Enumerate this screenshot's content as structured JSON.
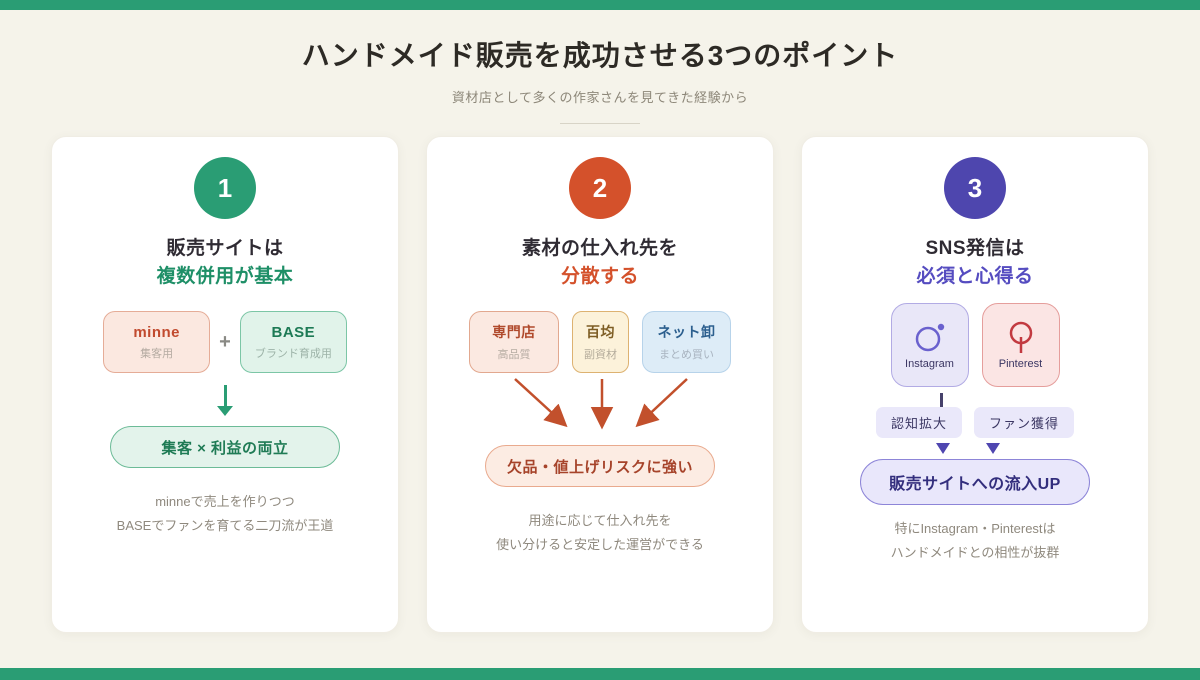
{
  "colors": {
    "brand_green": "#2a9d74",
    "accent_orange": "#d4512b",
    "accent_purple": "#4e46ae",
    "background_cream": "#f5f3ea",
    "instagram_purple": "#6a61ce",
    "pinterest_red": "#c23a40",
    "arrow_orange": "#c2502c"
  },
  "header": {
    "title": "ハンドメイド販売を成功させる3つのポイント",
    "subtitle": "資材店として多くの作家さんを見てきた経験から"
  },
  "cards": [
    {
      "number": "1",
      "title_line1": "販売サイトは",
      "title_line2": "複数併用が基本",
      "plus": "+",
      "boxes": [
        {
          "label": "minne",
          "sub": "集客用"
        },
        {
          "label": "BASE",
          "sub": "ブランド育成用"
        }
      ],
      "pill": "集客 × 利益の両立",
      "desc_line1": "minneで売上を作りつつ",
      "desc_line2": "BASEでファンを育てる二刀流が王道"
    },
    {
      "number": "2",
      "title_line1": "素材の仕入れ先を",
      "title_line2": "分散する",
      "boxes": [
        {
          "label": "専門店",
          "sub": "高品質"
        },
        {
          "label": "百均",
          "sub": "副資材"
        },
        {
          "label": "ネット卸",
          "sub": "まとめ買い"
        }
      ],
      "pill": "欠品・値上げリスクに強い",
      "desc_line1": "用途に応じて仕入れ先を",
      "desc_line2": "使い分けると安定した運営ができる"
    },
    {
      "number": "3",
      "title_line1": "SNS発信は",
      "title_line2": "必須と心得る",
      "sns": [
        {
          "icon": "instagram-icon",
          "label": "Instagram"
        },
        {
          "icon": "pinterest-icon",
          "label": "Pinterest"
        }
      ],
      "badges": [
        "認知拡大",
        "ファン獲得"
      ],
      "pill": "販売サイトへの流入UP",
      "desc_line1": "特にInstagram・Pinterestは",
      "desc_line2": "ハンドメイドとの相性が抜群"
    }
  ]
}
